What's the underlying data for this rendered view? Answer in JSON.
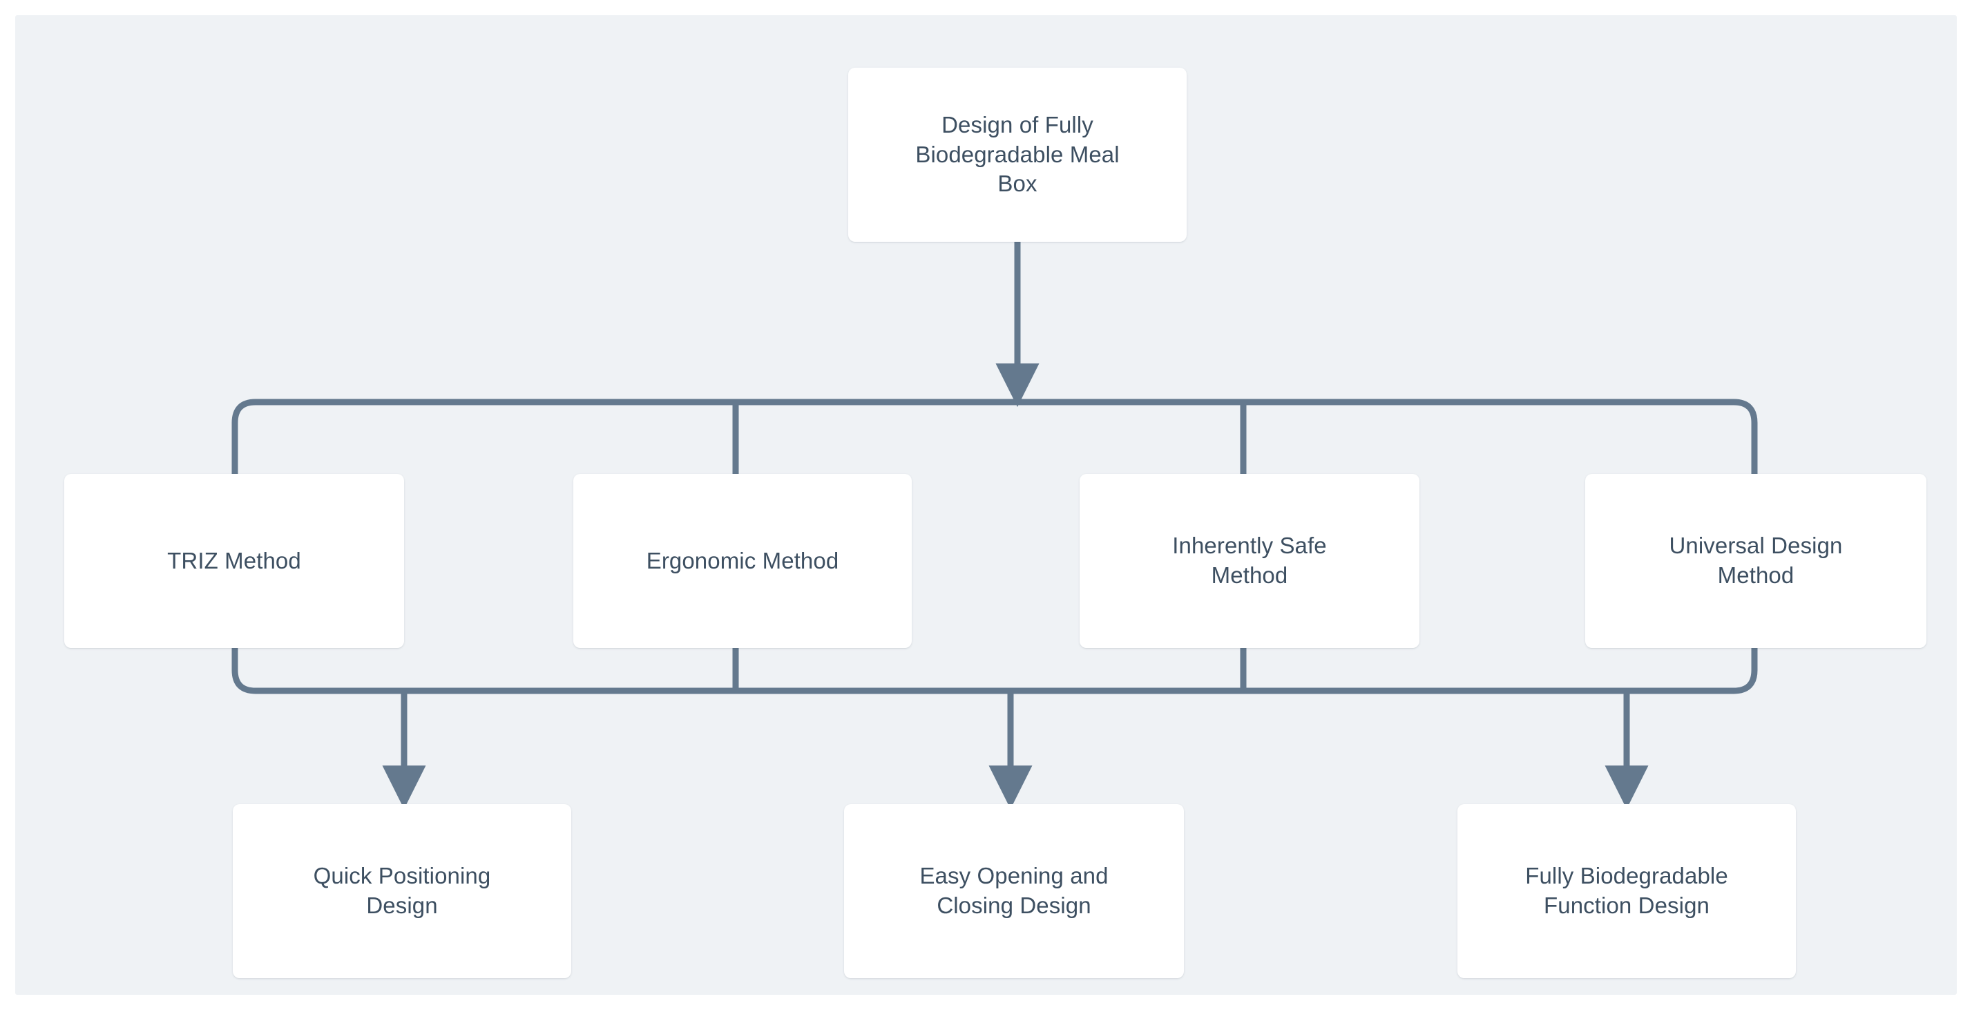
{
  "diagram": {
    "title": "Design of Fully Biodegradable Meal Box method flowchart",
    "background_color": "#eff2f5",
    "node_fill_color": "#ffffff",
    "text_color": "#3d4f61",
    "edge_color": "#64798e",
    "root": {
      "id": "root",
      "label": "Design of Fully\nBiodegradable Meal\nBox"
    },
    "methods": [
      {
        "id": "triz",
        "label": "TRIZ Method"
      },
      {
        "id": "ergonomic",
        "label": "Ergonomic Method"
      },
      {
        "id": "safe",
        "label": "Inherently Safe\nMethod"
      },
      {
        "id": "universal",
        "label": "Universal Design\nMethod"
      }
    ],
    "outcomes": [
      {
        "id": "quick",
        "label": "Quick Positioning\nDesign"
      },
      {
        "id": "easy",
        "label": "Easy Opening and\nClosing Design"
      },
      {
        "id": "fully",
        "label": "Fully Biodegradable\nFunction Design"
      }
    ],
    "edges": [
      {
        "from": "root",
        "to": "methods-bus",
        "arrow": true
      },
      {
        "from": "methods-bus",
        "to": "triz",
        "arrow": false
      },
      {
        "from": "methods-bus",
        "to": "ergonomic",
        "arrow": false
      },
      {
        "from": "methods-bus",
        "to": "safe",
        "arrow": false
      },
      {
        "from": "methods-bus",
        "to": "universal",
        "arrow": false
      },
      {
        "from": "methods",
        "to": "outcomes-bus",
        "arrow": false
      },
      {
        "from": "outcomes-bus",
        "to": "quick",
        "arrow": true
      },
      {
        "from": "outcomes-bus",
        "to": "easy",
        "arrow": true
      },
      {
        "from": "outcomes-bus",
        "to": "fully",
        "arrow": true
      }
    ]
  }
}
